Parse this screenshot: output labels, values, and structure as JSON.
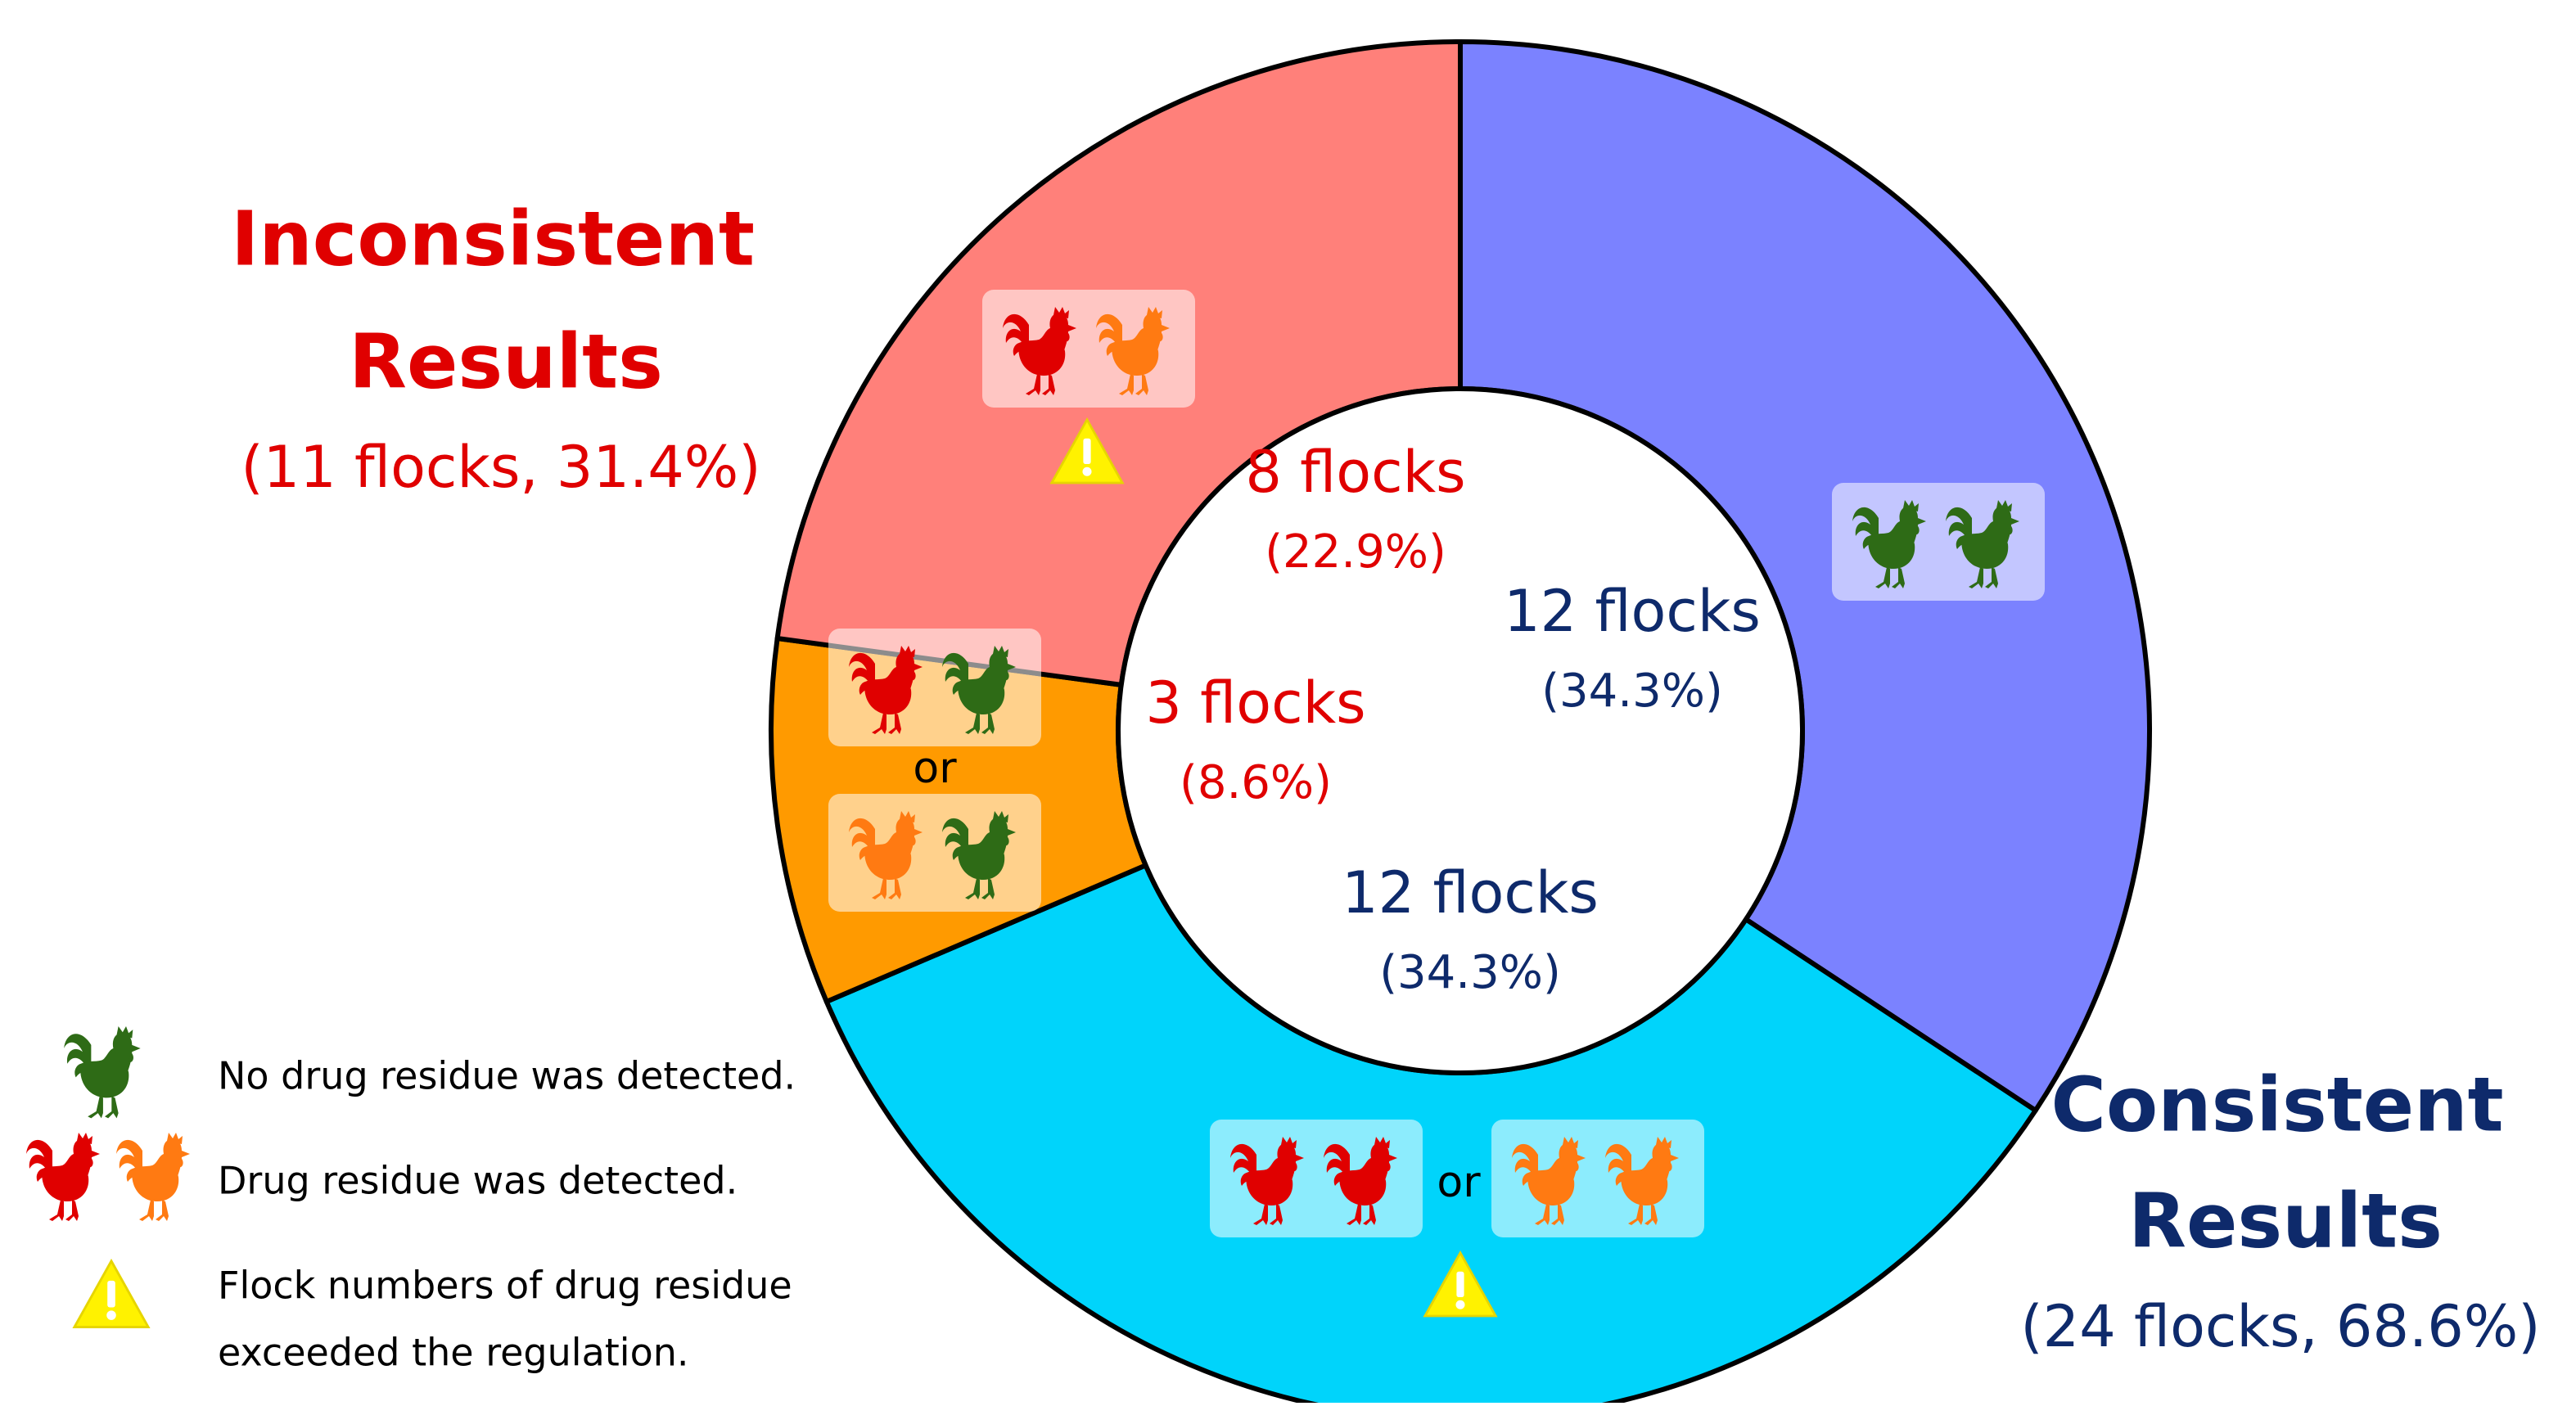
{
  "chart_data": {
    "type": "pie",
    "variant": "donut",
    "slices": [
      {
        "count": 12,
        "percent": 34.3,
        "color": "#7B82FF",
        "label_count": "12 flocks",
        "label_pct": "(34.3%)",
        "label_color": "#0E2A6B",
        "icons": [
          "green",
          "green"
        ],
        "or_icons": null,
        "warning": false
      },
      {
        "count": 12,
        "percent": 34.3,
        "color": "#00D4FB",
        "label_count": "12 flocks",
        "label_pct": "(34.3%)",
        "label_color": "#0E2A6B",
        "icons": [
          "red",
          "red"
        ],
        "or_icons": [
          "orange",
          "orange"
        ],
        "warning": true
      },
      {
        "count": 3,
        "percent": 8.6,
        "color": "#FF9A00",
        "label_count": "3 flocks",
        "label_pct": "(8.6%)",
        "label_color": "#E00000",
        "icons": [
          "red",
          "green"
        ],
        "or_icons": [
          "orange",
          "green"
        ],
        "warning": false
      },
      {
        "count": 8,
        "percent": 22.9,
        "color": "#FF807A",
        "label_count": "8 flocks",
        "label_pct": "(22.9%)",
        "label_color": "#E00000",
        "icons": [
          "red",
          "orange"
        ],
        "or_icons": null,
        "warning": true
      }
    ],
    "groups": {
      "inconsistent": {
        "title_line1": "Inconsistent",
        "title_line2": "Results",
        "subtitle": "(11 flocks, 31.4%)",
        "color": "#E00000"
      },
      "consistent": {
        "title_line1": "Consistent",
        "title_line2": "Results",
        "subtitle": "(24 flocks, 68.6%)",
        "color": "#0E2A6B"
      }
    },
    "or_text": "or",
    "legend": [
      {
        "icons": [
          "green"
        ],
        "text": "No drug residue was detected."
      },
      {
        "icons": [
          "red",
          "orange"
        ],
        "text": "Drug residue was detected."
      },
      {
        "icons": [
          "warning"
        ],
        "text": "Flock numbers of drug residue",
        "text2": "exceeded the regulation."
      }
    ],
    "icon_colors": {
      "green": "#2E6B16",
      "red": "#E00000",
      "orange": "#FF7A12",
      "warning": "#FFF200"
    }
  }
}
